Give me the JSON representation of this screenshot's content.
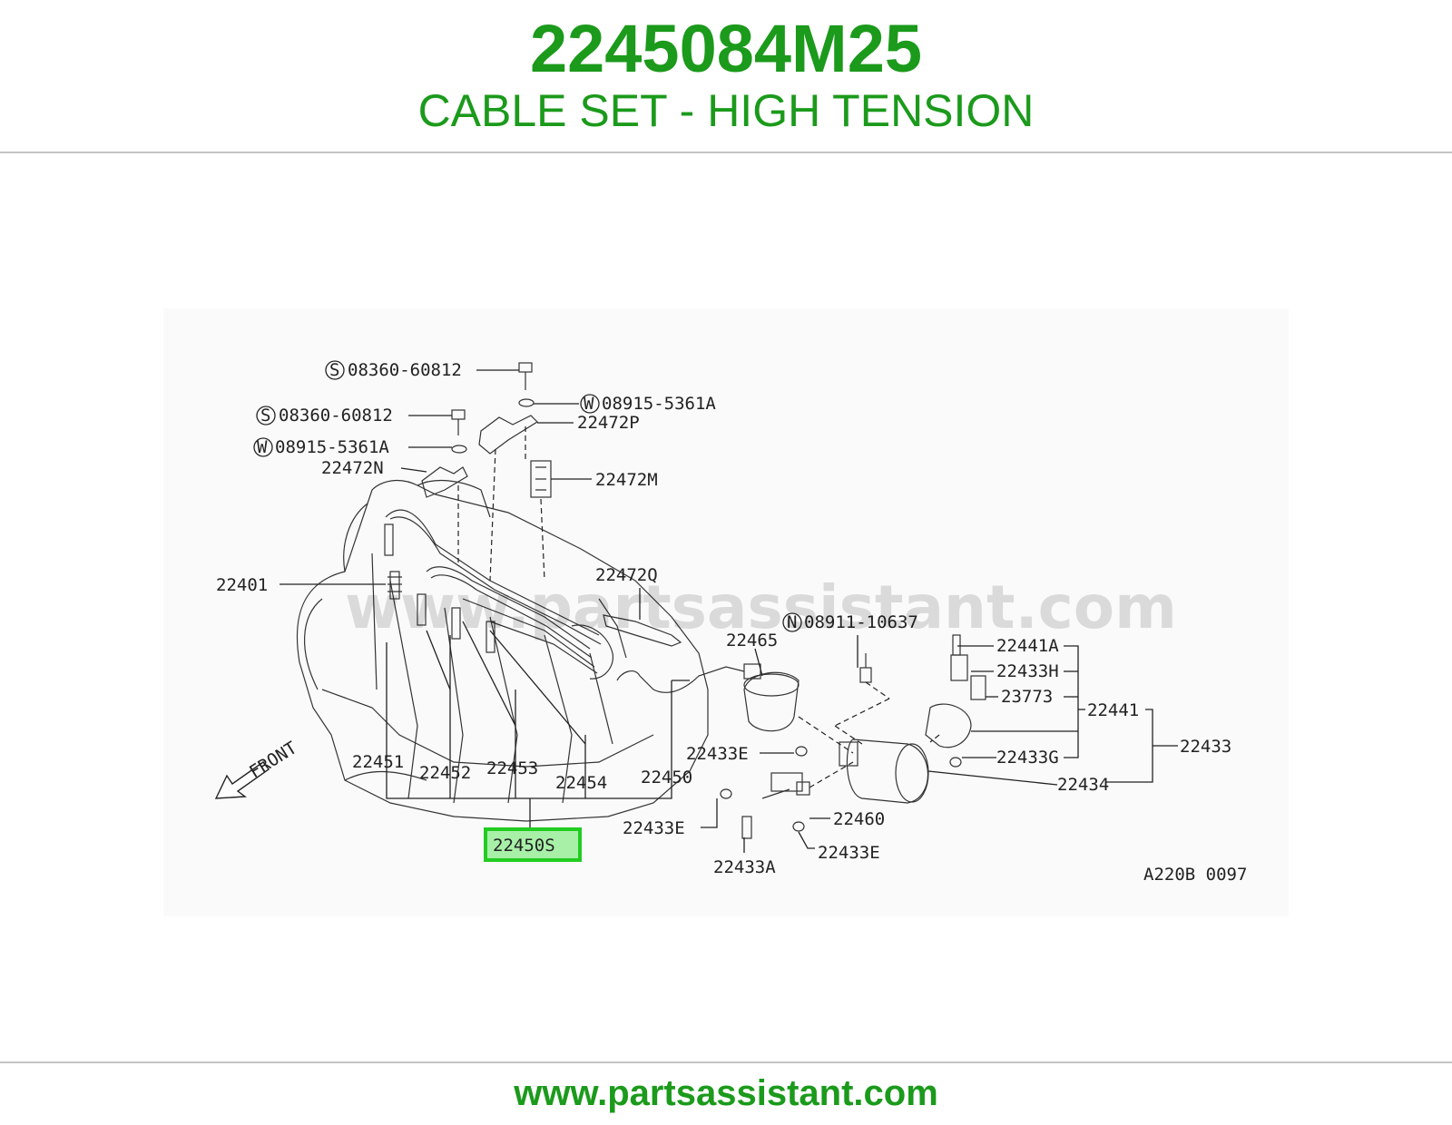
{
  "header": {
    "part_number": "2245084M25",
    "description": "CABLE SET - HIGH TENSION"
  },
  "footer": {
    "url": "www.partsassistant.com"
  },
  "diagram": {
    "watermark": "www.partsassistant.com",
    "front_label": "FRONT",
    "figure_code": "A220B 0097",
    "highlight_color": "#22cc22",
    "highlighted_part": "22450S",
    "callouts": {
      "screw_top": "08360-60812",
      "screw_mid": "08360-60812",
      "washer_right": "08915-5361A",
      "washer_left": "08915-5361A",
      "clamp_p": "22472P",
      "clamp_n": "22472N",
      "clamp_m": "22472M",
      "clamp_q": "22472Q",
      "plug": "22401",
      "nut_n": "08911-10637",
      "cap": "22465",
      "bolt_a": "22441A",
      "bracket_h": "22433H",
      "pad": "23773",
      "coil_assy": "22441",
      "ignition_assy": "22433",
      "nut_g": "22433G",
      "coil": "22434",
      "nut_e1": "22433E",
      "nut_e2": "22433E",
      "nut_e3": "22433E",
      "module": "22460",
      "screw_a": "22433A",
      "cable_1": "22451",
      "cable_2": "22452",
      "cable_3": "22453",
      "cable_4": "22454",
      "cable_coil": "22450"
    },
    "symbols": {
      "s": "S",
      "w": "W",
      "n": "N"
    }
  }
}
